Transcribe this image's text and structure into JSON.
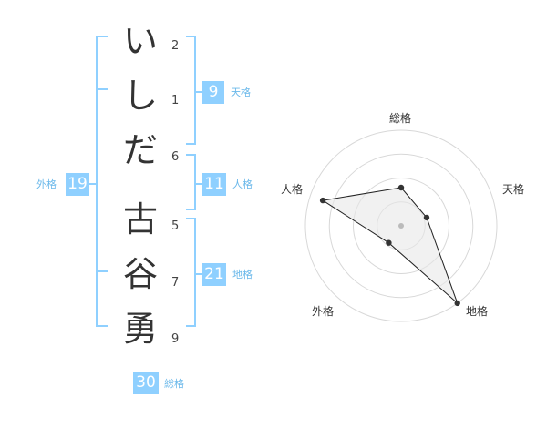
{
  "name": {
    "chars": [
      {
        "char": "い",
        "strokes": "2"
      },
      {
        "char": "し",
        "strokes": "1"
      },
      {
        "char": "だ",
        "strokes": "6"
      },
      {
        "char": "古",
        "strokes": "5"
      },
      {
        "char": "谷",
        "strokes": "7"
      },
      {
        "char": "勇",
        "strokes": "9"
      }
    ]
  },
  "kaku": {
    "tenkaku": {
      "value": "9",
      "label": "天格"
    },
    "jinkaku": {
      "value": "11",
      "label": "人格"
    },
    "chikaku": {
      "value": "21",
      "label": "地格"
    },
    "gaikaku": {
      "value": "19",
      "label": "外格"
    },
    "soukaku": {
      "value": "30",
      "label": "総格"
    }
  },
  "chart_data": {
    "type": "radar",
    "axes": [
      "総格",
      "天格",
      "地格",
      "外格",
      "人格"
    ],
    "values": [
      0.4,
      0.28,
      1.0,
      0.22,
      0.86
    ],
    "rings": 4,
    "colors": {
      "grid": "#d8d8d8",
      "line": "#222222",
      "fill": "#e8e8e8",
      "point": "#333333",
      "center": "#bbbbbb"
    }
  }
}
